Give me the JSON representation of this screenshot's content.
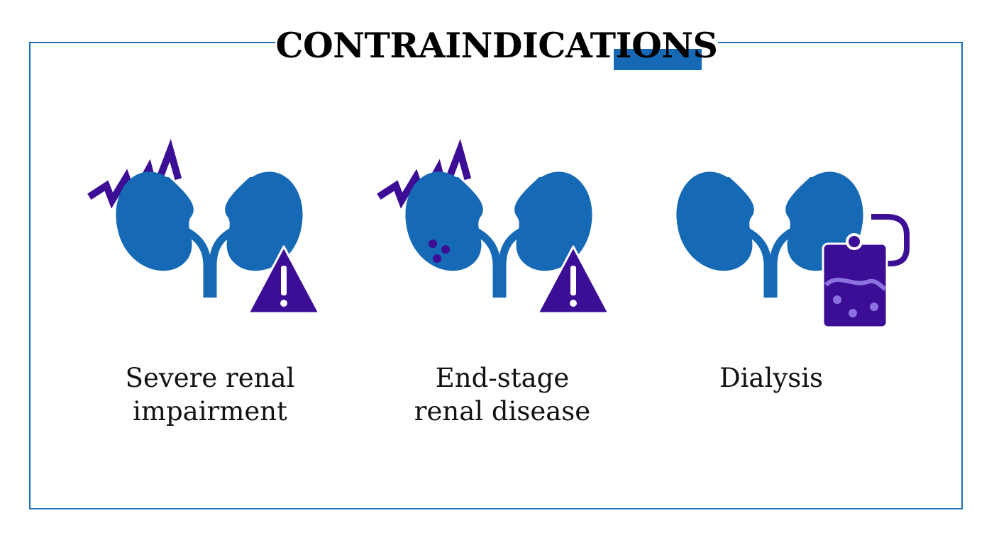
{
  "title": "CONTRAINDICATIONS",
  "colors": {
    "frame": "#1a6fb8",
    "kidney": "#1669b5",
    "accent_purple": "#3b0e95",
    "text": "#111111"
  },
  "items": [
    {
      "icon": "kidneys-pain-warning-icon",
      "label_lines": [
        "Severe renal",
        "impairment"
      ]
    },
    {
      "icon": "kidneys-stones-warning-icon",
      "label_lines": [
        "End-stage",
        "renal disease"
      ]
    },
    {
      "icon": "kidneys-dialysis-bag-icon",
      "label_lines": [
        "Dialysis"
      ]
    }
  ]
}
